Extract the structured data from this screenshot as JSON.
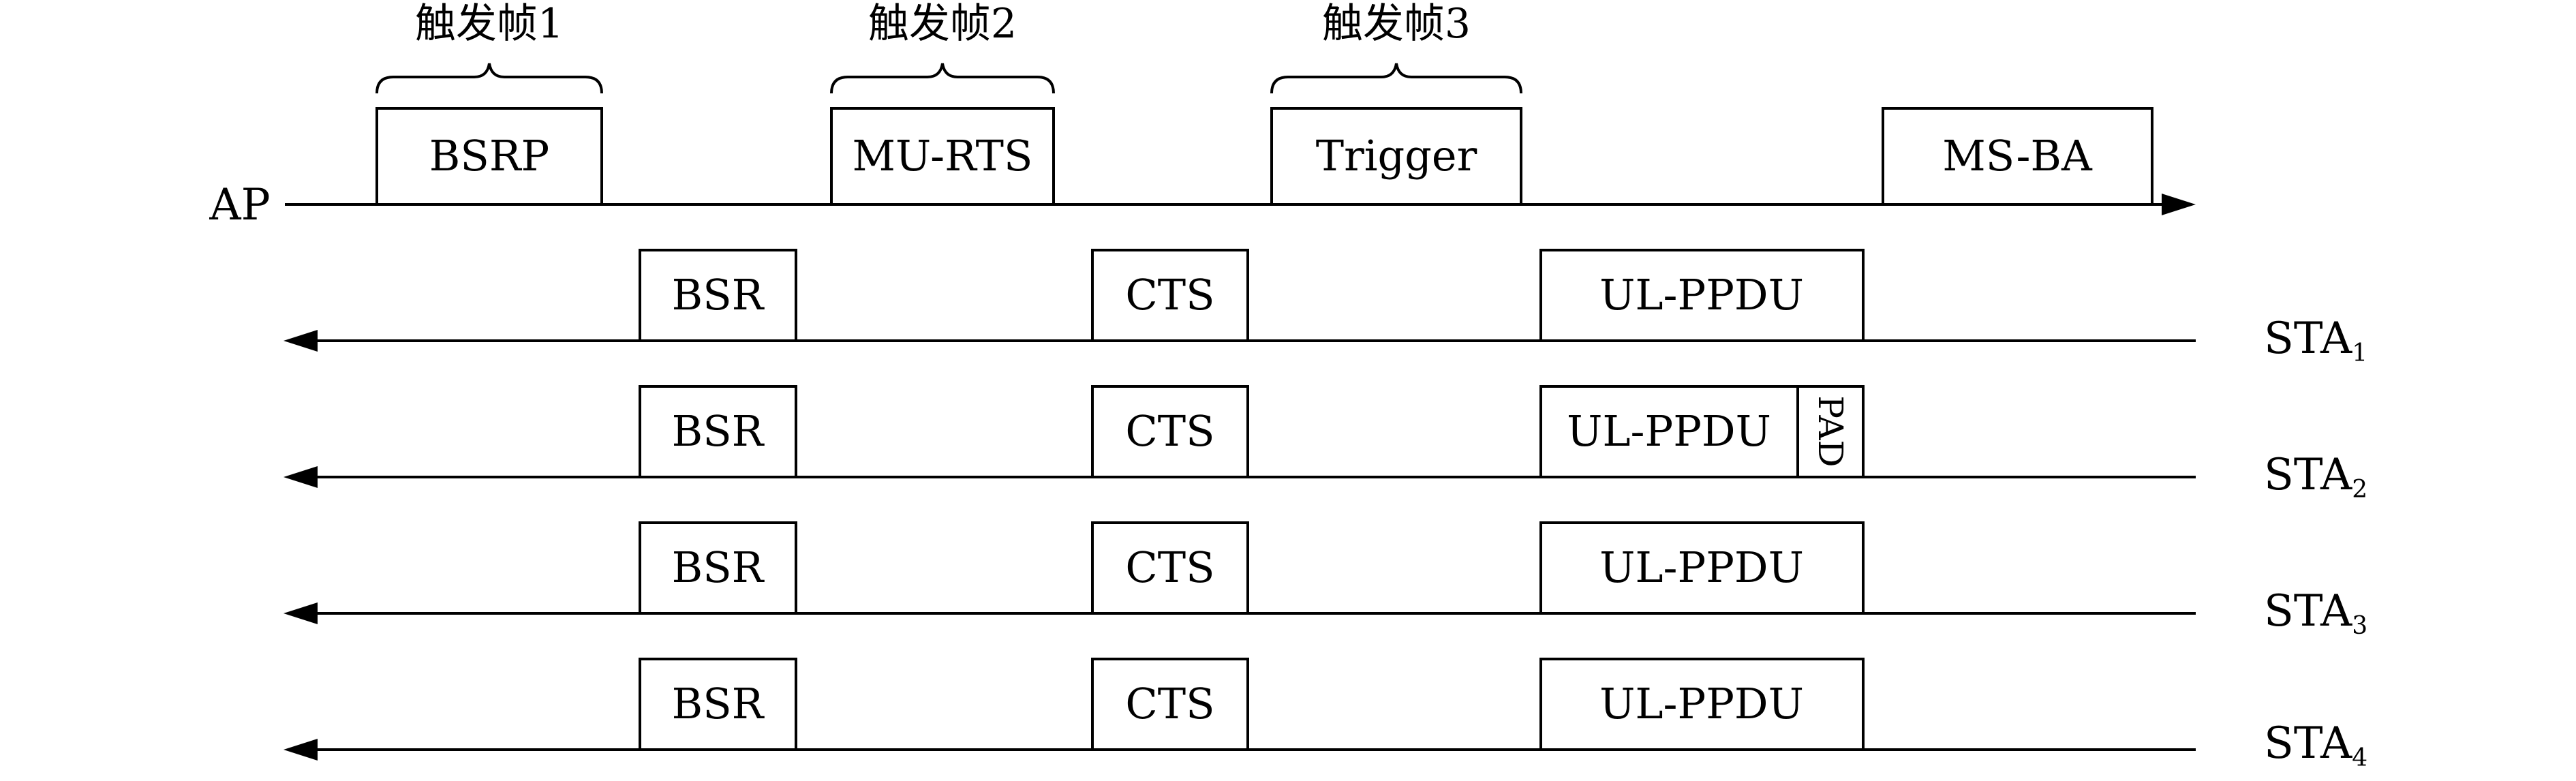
{
  "diagram": {
    "ap": {
      "label": "AP",
      "frames": [
        "BSRP",
        "MU-RTS",
        "Trigger",
        "MS-BA"
      ]
    },
    "brace_labels": [
      "触发帧1",
      "触发帧2",
      "触发帧3"
    ],
    "stations": [
      {
        "name": "STA",
        "sub": "1",
        "frames": [
          "BSR",
          "CTS",
          "UL-PPDU"
        ],
        "pad": ""
      },
      {
        "name": "STA",
        "sub": "2",
        "frames": [
          "BSR",
          "CTS",
          "UL-PPDU"
        ],
        "pad": "PAD"
      },
      {
        "name": "STA",
        "sub": "3",
        "frames": [
          "BSR",
          "CTS",
          "UL-PPDU"
        ],
        "pad": ""
      },
      {
        "name": "STA",
        "sub": "4",
        "frames": [
          "BSR",
          "CTS",
          "UL-PPDU"
        ],
        "pad": ""
      }
    ]
  }
}
